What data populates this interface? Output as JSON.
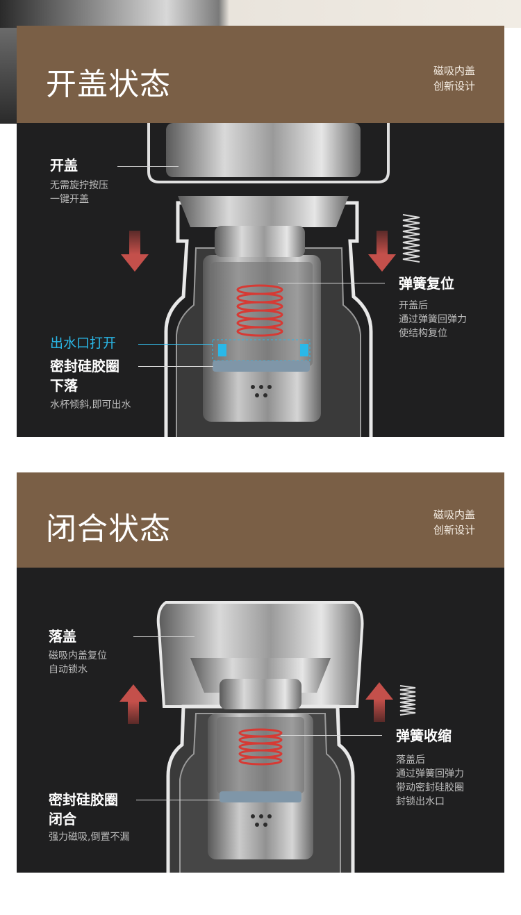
{
  "open_section": {
    "title": "开盖状态",
    "subtitle_line1": "磁吸内盖",
    "subtitle_line2": "创新设计",
    "lid": {
      "label": "开盖",
      "desc_line1": "无需旋拧按压",
      "desc_line2": "一键开盖"
    },
    "spring": {
      "label": "弹簧复位",
      "desc_line1": "开盖后",
      "desc_line2": "通过弹簧回弹力",
      "desc_line3": "使结构复位"
    },
    "outlet": {
      "label": "出水口打开"
    },
    "seal": {
      "label_line1": "密封硅胶圈",
      "label_line2": "下落",
      "desc": "水杯倾斜,即可出水"
    }
  },
  "closed_section": {
    "title": "闭合状态",
    "subtitle_line1": "磁吸内盖",
    "subtitle_line2": "创新设计",
    "lid": {
      "label": "落盖",
      "desc_line1": "磁吸内盖复位",
      "desc_line2": "自动锁水"
    },
    "spring": {
      "label": "弹簧收缩",
      "desc_line1": "落盖后",
      "desc_line2": "通过弹簧回弹力",
      "desc_line3": "带动密封硅胶圈",
      "desc_line4": "封锁出水口"
    },
    "seal": {
      "label_line1": "密封硅胶圈",
      "label_line2": "闭合",
      "desc": "强力磁吸,倒置不漏"
    }
  },
  "colors": {
    "header_brown": "#7a5f46",
    "panel_dark": "#1f1f20",
    "arrow_red": "#b84a46",
    "cyan": "#2ab8e8"
  },
  "icons": [
    "arrow-down-icon",
    "arrow-up-icon",
    "spring-icon"
  ]
}
